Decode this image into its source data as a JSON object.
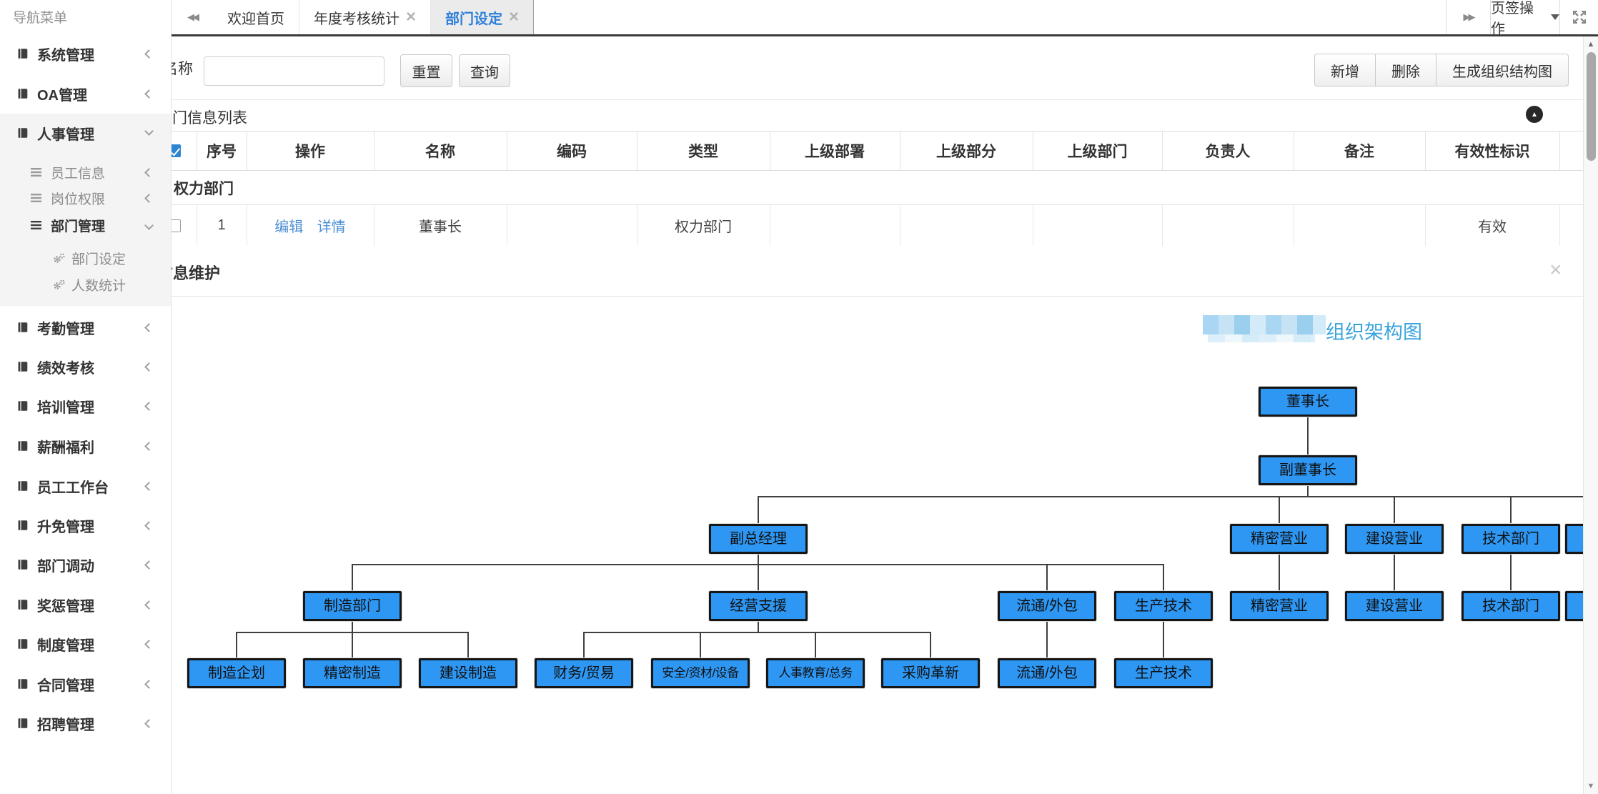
{
  "colors": {
    "accent_blue": "#2d7fd9",
    "link_blue": "#4b8fd4",
    "org_box_blue": "#2e97f4",
    "org_title_blue": "#3aa3dc"
  },
  "icons": {
    "back": "◀◀",
    "forward": "▶▶",
    "collapse_up": "▲",
    "close_tab": "×",
    "close_panel": "×",
    "scroll_up": "▲",
    "scroll_down": "▼"
  },
  "sidebar": {
    "title": "导航菜单",
    "items": [
      {
        "label": "系统管理"
      },
      {
        "label": "OA管理"
      },
      {
        "label": "人事管理"
      },
      {
        "label": "员工信息"
      },
      {
        "label": "岗位权限"
      },
      {
        "label": "部门管理"
      },
      {
        "label": "部门设定"
      },
      {
        "label": "人数统计"
      },
      {
        "label": "考勤管理"
      },
      {
        "label": "绩效考核"
      },
      {
        "label": "培训管理"
      },
      {
        "label": "薪酬福利"
      },
      {
        "label": "员工工作台"
      },
      {
        "label": "升免管理"
      },
      {
        "label": "部门调动"
      },
      {
        "label": "奖惩管理"
      },
      {
        "label": "制度管理"
      },
      {
        "label": "合同管理"
      },
      {
        "label": "招聘管理"
      }
    ]
  },
  "tabbar": {
    "tabs": [
      {
        "label": "欢迎首页"
      },
      {
        "label": "年度考核统计"
      },
      {
        "label": "部门设定"
      }
    ],
    "page_ops_label": "页签操作"
  },
  "toolbar": {
    "name_label": "名称",
    "name_value": "",
    "reset": "重置",
    "search": "查询",
    "add": "新增",
    "remove": "删除",
    "generate": "生成组织结构图"
  },
  "panels": {
    "list_title": "部门信息列表",
    "maintain_title": "部门信息维护"
  },
  "table": {
    "headers": [
      "序号",
      "操作",
      "名称",
      "编码",
      "类型",
      "上级部署",
      "上级部分",
      "上级部门",
      "负责人",
      "备注",
      "有效性标识"
    ],
    "group_label": "权力部门",
    "row": {
      "seq": "1",
      "op_edit": "编辑",
      "op_detail": "详情",
      "name": "董事长",
      "code": "",
      "type": "权力部门",
      "sup1": "",
      "sup2": "",
      "sup3": "",
      "owner": "",
      "note": "",
      "valid": "有效"
    }
  },
  "orgchart": {
    "title": "组织架构图",
    "title_prefix_redacted": true,
    "nodes": [
      {
        "label": "董事长"
      },
      {
        "label": "副董事长"
      },
      {
        "label": "副总经理"
      },
      {
        "label": "精密营业"
      },
      {
        "label": "建设营业"
      },
      {
        "label": "技术部门"
      },
      {
        "label": ""
      },
      {
        "label": "制造部门"
      },
      {
        "label": "经营支援"
      },
      {
        "label": "流通/外包"
      },
      {
        "label": "生产技术"
      },
      {
        "label": "精密营业"
      },
      {
        "label": "建设营业"
      },
      {
        "label": "技术部门"
      },
      {
        "label": ""
      },
      {
        "label": "制造企划"
      },
      {
        "label": "精密制造"
      },
      {
        "label": "建设制造"
      },
      {
        "label": "财务/贸易"
      },
      {
        "label": "安全/资材/设备"
      },
      {
        "label": "人事教育/总务"
      },
      {
        "label": "采购革新"
      },
      {
        "label": "流通/外包"
      },
      {
        "label": "生产技术"
      }
    ]
  }
}
